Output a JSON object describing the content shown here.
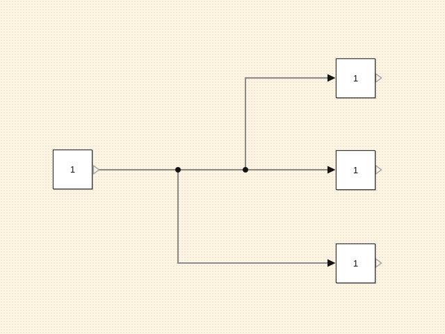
{
  "diagram": {
    "type": "block-diagram",
    "description": "One source block fans out through two branch points to three destination blocks",
    "blocks": [
      {
        "id": "block-source",
        "label": "1",
        "position": "left-middle",
        "ports": {
          "inputs": 0,
          "outputs": 1
        }
      },
      {
        "id": "block-top",
        "label": "1",
        "position": "right-top",
        "ports": {
          "inputs": 1,
          "outputs": 1
        }
      },
      {
        "id": "block-middle",
        "label": "1",
        "position": "right-middle",
        "ports": {
          "inputs": 1,
          "outputs": 1
        }
      },
      {
        "id": "block-bottom",
        "label": "1",
        "position": "right-bottom",
        "ports": {
          "inputs": 1,
          "outputs": 1
        }
      }
    ],
    "connections": [
      {
        "from": "block-source",
        "to": "block-middle",
        "style": "straight horizontal"
      },
      {
        "from": "block-source",
        "to": "block-top",
        "style": "branches up at second junction dot"
      },
      {
        "from": "block-source",
        "to": "block-bottom",
        "style": "branches down at first junction dot"
      }
    ],
    "junction_dot_count": 2
  },
  "colors": {
    "canvas-bg": "#fdf5e5",
    "canvas-dot": "#f3e6cb",
    "block-fill": "#ffffff",
    "block-border": "#323232",
    "wire": "#8a8a8a",
    "arrow": "#141414",
    "port": "#9a9a9a",
    "label": "#111111"
  }
}
